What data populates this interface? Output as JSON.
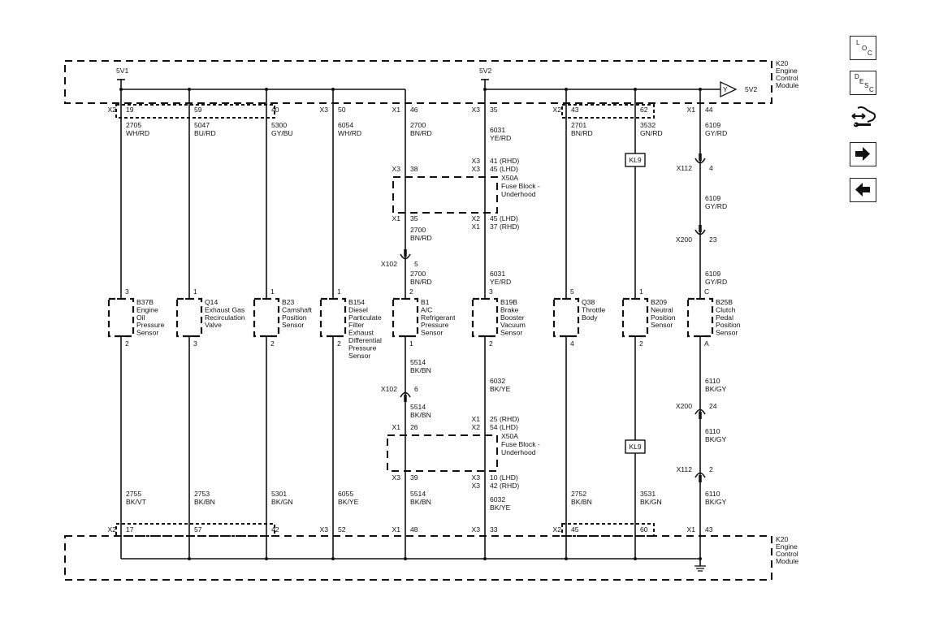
{
  "module": {
    "ref": "K20",
    "desc": [
      "Engine",
      "Control",
      "Module"
    ]
  },
  "supplies": {
    "left": "5V1",
    "right": "5V2",
    "ref_letter": "Y",
    "ref_label": "5V2"
  },
  "fuse_block": {
    "ref": "X50A",
    "desc": [
      "Fuse Block -",
      "Underhood"
    ]
  },
  "columns": [
    {
      "top_conn": "X2",
      "top_pin": "19",
      "wire_top": [
        "2705",
        "WH/RD"
      ],
      "device": {
        "ref": "B37B",
        "desc": [
          "Engine",
          "Oil",
          "Pressure",
          "Sensor"
        ]
      },
      "pin_in": "3",
      "pin_out": "2",
      "wire_bottom": [
        "2755",
        "BK/VT"
      ],
      "bottom_conn": "X2",
      "bottom_pin": "17"
    },
    {
      "top_conn": "",
      "top_pin": "59",
      "wire_top": [
        "5047",
        "BU/RD"
      ],
      "device": {
        "ref": "Q14",
        "desc": [
          "Exhaust Gas",
          "Recirculation",
          "Valve"
        ]
      },
      "pin_in": "1",
      "pin_out": "3",
      "wire_bottom": [
        "2753",
        "BK/BN"
      ],
      "bottom_conn": "",
      "bottom_pin": "57"
    },
    {
      "top_conn": "",
      "top_pin": "40",
      "wire_top": [
        "5300",
        "GY/BU"
      ],
      "device": {
        "ref": "B23",
        "desc": [
          "Camshaft",
          "Position",
          "Sensor"
        ]
      },
      "pin_in": "1",
      "pin_out": "2",
      "wire_bottom": [
        "5301",
        "BK/GN"
      ],
      "bottom_conn": "",
      "bottom_pin": "42"
    },
    {
      "top_conn": "X3",
      "top_pin": "50",
      "wire_top": [
        "6054",
        "WH/RD"
      ],
      "device": {
        "ref": "B154",
        "desc": [
          "Diesel",
          "Particulate",
          "Filter",
          "Exhaust",
          "Differential",
          "Pressure",
          "Sensor"
        ]
      },
      "pin_in": "1",
      "pin_out": "2",
      "wire_bottom": [
        "6055",
        "BK/YE"
      ],
      "bottom_conn": "X3",
      "bottom_pin": "52"
    },
    {
      "top_conn": "X1",
      "top_pin": "46",
      "wire_top": [
        "2700",
        "BN/RD"
      ],
      "fuse_top_in": [
        "X3 38"
      ],
      "fuse_top_out": [
        "X1 35"
      ],
      "wire_mid1": [
        "2700",
        "BN/RD"
      ],
      "inline_top": {
        "conn": "X102",
        "pin": "5"
      },
      "wire_mid2": [
        "2700",
        "BN/RD"
      ],
      "device": {
        "ref": "B1",
        "desc": [
          "A/C",
          "Refrigerant",
          "Pressure",
          "Sensor"
        ]
      },
      "pin_in": "2",
      "pin_out": "1",
      "wire_mid3": [
        "5514",
        "BK/BN"
      ],
      "inline_bottom": {
        "conn": "X102",
        "pin": "6"
      },
      "wire_mid4": [
        "5514",
        "BK/BN"
      ],
      "fuse_bot_in": [
        "X1 26"
      ],
      "fuse_bot_out": [
        "X3 39"
      ],
      "wire_bottom": [
        "5514",
        "BK/BN"
      ],
      "bottom_conn": "X1",
      "bottom_pin": "48"
    },
    {
      "top_conn": "X3",
      "top_pin": "35",
      "wire_top": [
        "6031",
        "YE/RD"
      ],
      "fuse_top_in": [
        "X3 41 (RHD)",
        "X3 45 (LHD)"
      ],
      "fuse_top_out": [
        "X2 45 (LHD)",
        "X1 37 (RHD)"
      ],
      "wire_mid2": [
        "6031",
        "YE/RD"
      ],
      "device": {
        "ref": "B19B",
        "desc": [
          "Brake",
          "Booster",
          "Vacuum",
          "Sensor"
        ]
      },
      "pin_in": "3",
      "pin_out": "2",
      "wire_mid3": [
        "6032",
        "BK/YE"
      ],
      "fuse_bot_in": [
        "X1 25 (RHD)",
        "X2 54 (LHD)"
      ],
      "fuse_bot_out": [
        "X3 10 (LHD)",
        "X3 42 (RHD)"
      ],
      "wire_bottom": [
        "6032",
        "BK/YE"
      ],
      "bottom_conn": "X3",
      "bottom_pin": "33"
    },
    {
      "top_conn": "X2",
      "top_pin": "43",
      "wire_top": [
        "2701",
        "BN/RD"
      ],
      "device": {
        "ref": "Q38",
        "desc": [
          "Throttle",
          "Body"
        ]
      },
      "pin_in": "5",
      "pin_out": "4",
      "wire_bottom": [
        "2752",
        "BK/BN"
      ],
      "bottom_conn": "X2",
      "bottom_pin": "45"
    },
    {
      "top_conn": "",
      "top_pin": "62",
      "wire_top": [
        "3532",
        "GN/RD"
      ],
      "splice_top": "KL9",
      "device": {
        "ref": "B209",
        "desc": [
          "Neutral",
          "Position",
          "Sensor"
        ]
      },
      "pin_in": "1",
      "pin_out": "2",
      "splice_bottom": "KL9",
      "wire_bottom": [
        "3531",
        "BK/GN"
      ],
      "bottom_conn": "",
      "bottom_pin": "60"
    },
    {
      "top_conn": "X1",
      "top_pin": "44",
      "wire_top": [
        "6109",
        "GY/RD"
      ],
      "inline_a": {
        "conn": "X112",
        "pin": "4"
      },
      "wire_a": [
        "6109",
        "GY/RD"
      ],
      "inline_b": {
        "conn": "X200",
        "pin": "23"
      },
      "wire_b": [
        "6109",
        "GY/RD"
      ],
      "device": {
        "ref": "B25B",
        "desc": [
          "Clutch",
          "Pedal",
          "Position",
          "Sensor"
        ]
      },
      "pin_in": "C",
      "pin_out": "A",
      "wire_c": [
        "6110",
        "BK/GY"
      ],
      "inline_c": {
        "conn": "X200",
        "pin": "24"
      },
      "wire_d": [
        "6110",
        "BK/GY"
      ],
      "inline_d": {
        "conn": "X112",
        "pin": "2"
      },
      "wire_bottom": [
        "6110",
        "BK/GY"
      ],
      "bottom_conn": "X1",
      "bottom_pin": "43"
    }
  ],
  "nav": {
    "loc": [
      "L",
      "O",
      "C"
    ],
    "desc": [
      "D",
      "E",
      "S",
      "C"
    ],
    "icons": [
      "connector-view-icon",
      "arrow-right-icon",
      "arrow-left-icon"
    ]
  }
}
